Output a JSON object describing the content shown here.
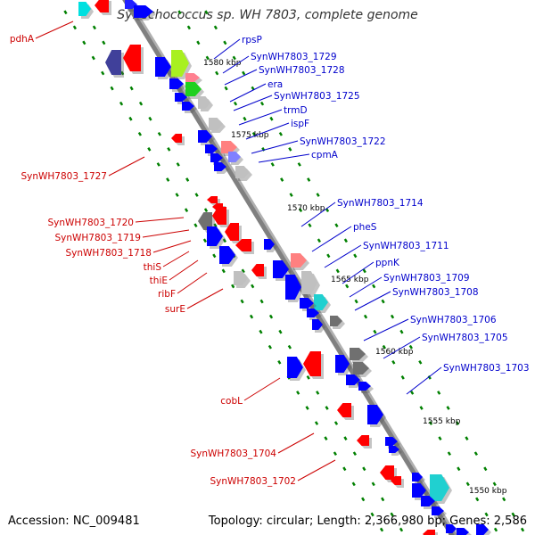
{
  "title": "Synechococcus sp. WH 7803, complete genome",
  "accession": "Accession: NC_009481",
  "summary": "Topology: circular; Length: 2,366,980 bp; Genes: 2,586",
  "colors": {
    "backbone": "#808080",
    "plus_strand_label": "#0000cc",
    "minus_strand_label": "#cc0000",
    "blue_gene": "#0000ff",
    "red_gene": "#ff0000",
    "tick": "#008000",
    "scale_text": "#000000"
  },
  "scale_ticks": [
    "1580 kbp",
    "1575 kbp",
    "1570 kbp",
    "1565 kbp",
    "1560 kbp",
    "1555 kbp",
    "1550 kbp"
  ],
  "plus_strand_labels": [
    "rpsP",
    "SynWH7803_1729",
    "SynWH7803_1728",
    "era",
    "SynWH7803_1725",
    "trmD",
    "ispF",
    "SynWH7803_1722",
    "cpmA",
    "SynWH7803_1714",
    "pheS",
    "SynWH7803_1711",
    "ppnK",
    "SynWH7803_1709",
    "SynWH7803_1708",
    "SynWH7803_1706",
    "SynWH7803_1705",
    "SynWH7803_1703"
  ],
  "minus_strand_labels": [
    "pdhA",
    "SynWH7803_1727",
    "SynWH7803_1720",
    "SynWH7803_1719",
    "SynWH7803_1718",
    "thiS",
    "thiE",
    "ribF",
    "surE",
    "cobL",
    "SynWH7803_1704",
    "SynWH7803_1702"
  ]
}
